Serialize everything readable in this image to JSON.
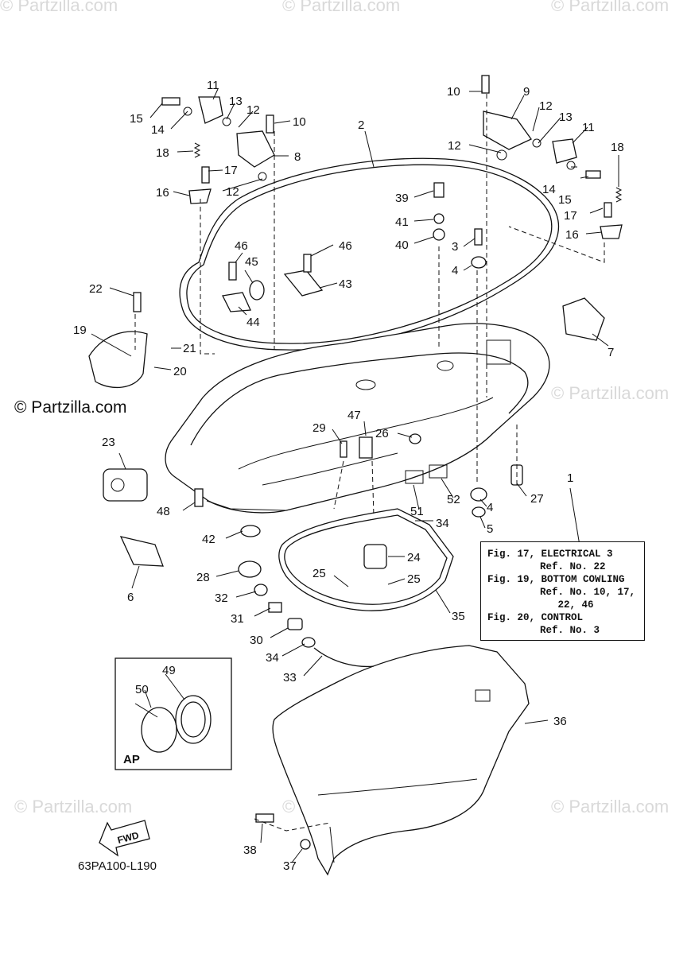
{
  "watermark": "© Partzilla.com",
  "diagram_code": "63PA100-L190",
  "fwd_label": "FWD",
  "ap_label": "AP",
  "reference_box": {
    "lines": [
      {
        "text": "Fig. 17, ELECTRICAL 3",
        "indent": false
      },
      {
        "text": "Ref. No. 22",
        "indent": true
      },
      {
        "text": "Fig. 19, BOTTOM COWLING",
        "indent": false
      },
      {
        "text": "Ref. No. 10, 17,",
        "indent": true
      },
      {
        "text": "   22, 46",
        "indent": true
      },
      {
        "text": "Fig. 20, CONTROL",
        "indent": false
      },
      {
        "text": "Ref. No. 3",
        "indent": true
      }
    ]
  },
  "callouts": [
    "1",
    "2",
    "3",
    "4",
    "4",
    "5",
    "6",
    "7",
    "8",
    "9",
    "10",
    "10",
    "11",
    "11",
    "12",
    "12",
    "12",
    "12",
    "13",
    "13",
    "14",
    "14",
    "15",
    "15",
    "16",
    "16",
    "17",
    "17",
    "18",
    "18",
    "19",
    "20",
    "21",
    "22",
    "23",
    "24",
    "25",
    "25",
    "26",
    "27",
    "28",
    "29",
    "30",
    "31",
    "32",
    "33",
    "34",
    "34",
    "35",
    "36",
    "37",
    "38",
    "39",
    "40",
    "41",
    "42",
    "43",
    "44",
    "45",
    "46",
    "46",
    "47",
    "48",
    "49",
    "50",
    "51",
    "52"
  ]
}
